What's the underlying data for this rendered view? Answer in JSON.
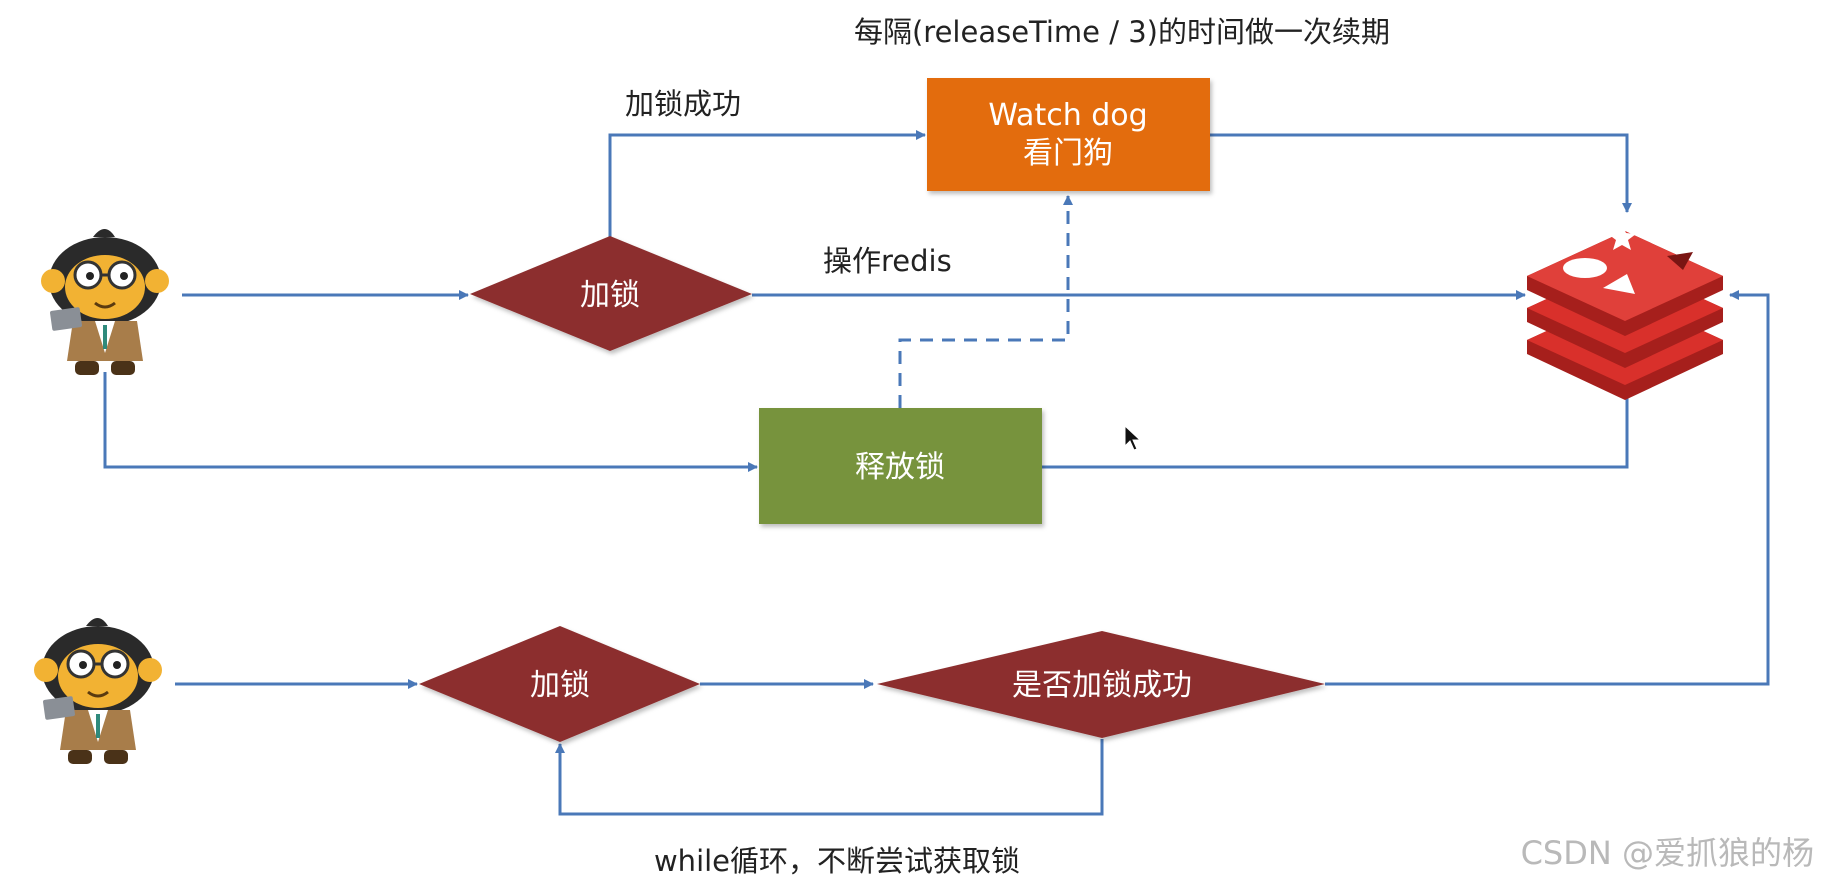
{
  "annotations": {
    "renewal_note": "每隔(releaseTime / 3)的时间做一次续期",
    "lock_success": "加锁成功",
    "operate_redis": "操作redis",
    "retry_loop": "while循环，不断尝试获取锁"
  },
  "nodes": {
    "watchdog_line1": "Watch dog",
    "watchdog_line2": "看门狗",
    "lock_top": "加锁",
    "release_lock": "释放锁",
    "lock_bottom": "加锁",
    "lock_success_check": "是否加锁成功"
  },
  "icons": {
    "client_top": "monkey-programmer-icon",
    "client_bottom": "monkey-programmer-icon",
    "redis": "redis-logo-icon",
    "cursor": "mouse-pointer-icon"
  },
  "watermark": "CSDN @爱抓狼的杨",
  "colors": {
    "edge": "#4a78b8",
    "watchdog": "#e36c0a",
    "decision": "#8c2f2f",
    "release": "#77933c",
    "redis": "#d9302b"
  }
}
